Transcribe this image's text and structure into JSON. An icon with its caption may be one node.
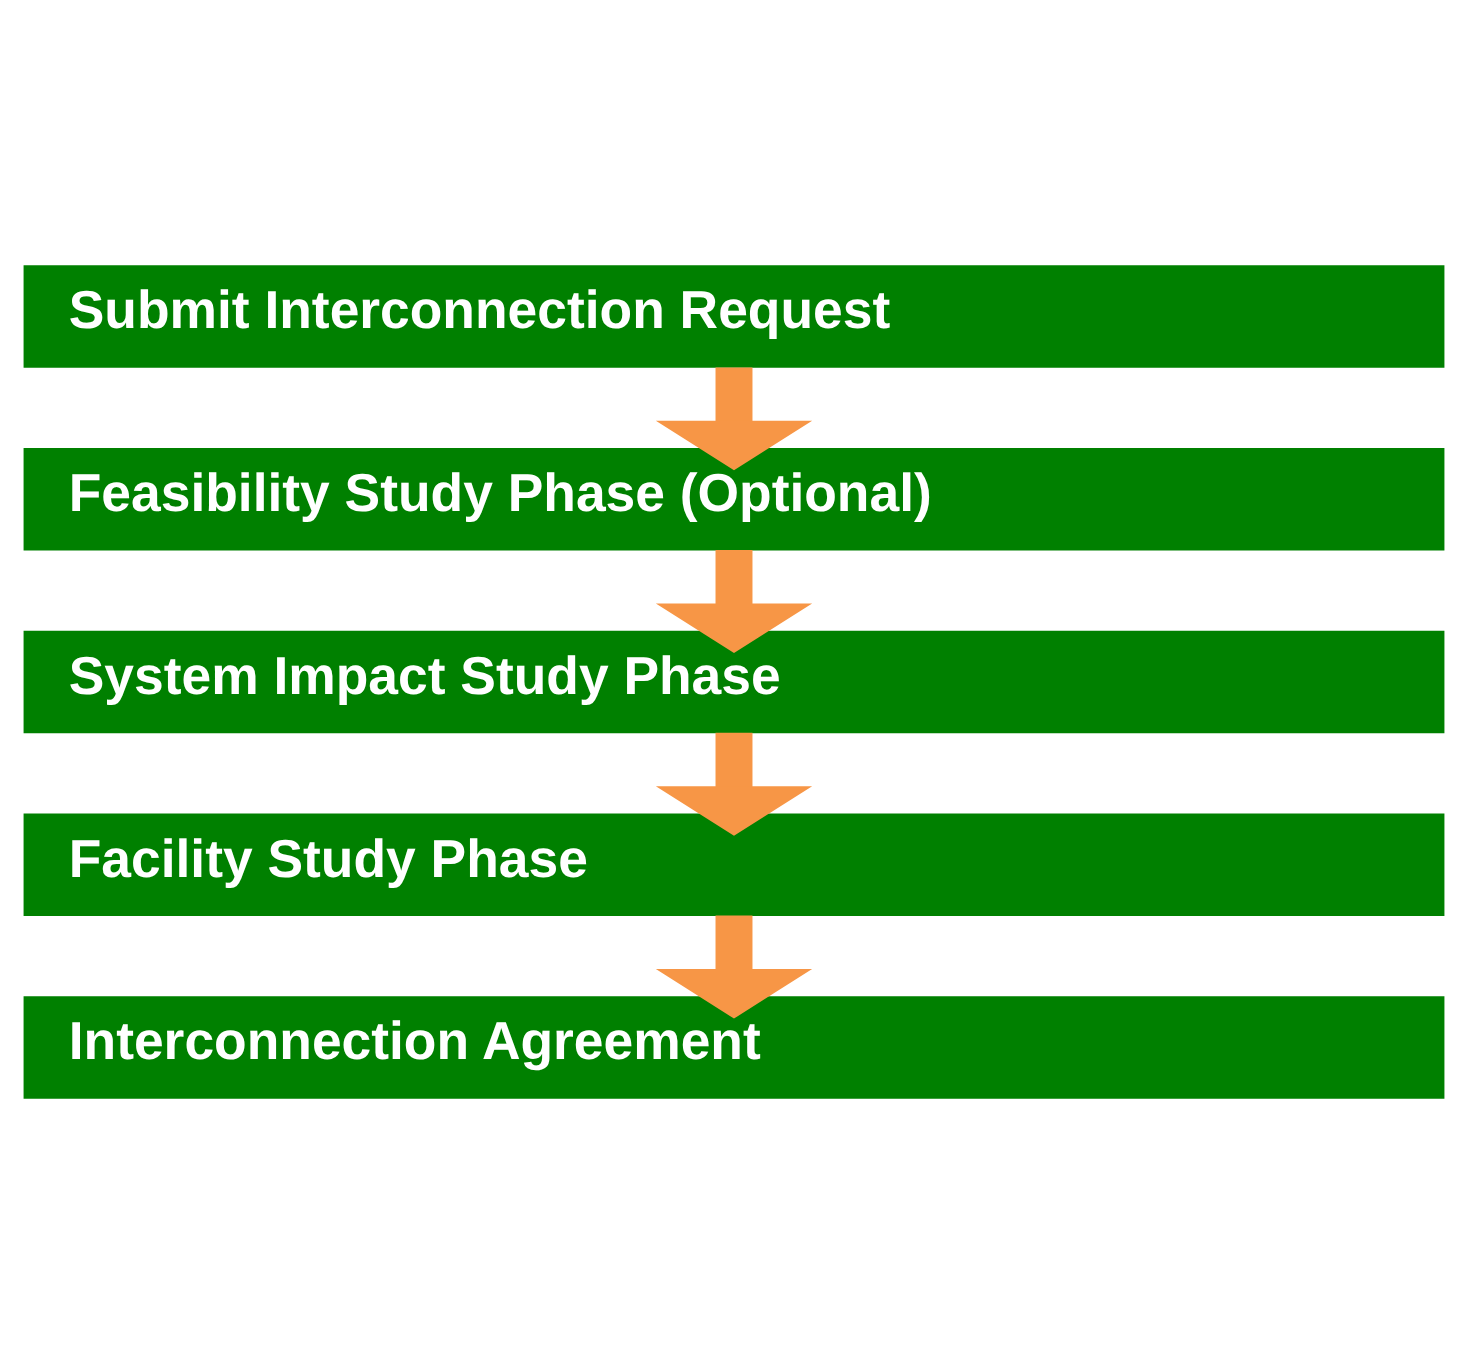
{
  "diagram": {
    "nodes": [
      {
        "text": [
          "Submit Interconnection Request"
        ]
      },
      {
        "text": [
          "Feasibility Study Phase (Optional)"
        ]
      },
      {
        "text": [
          "System Impact Study Phase"
        ]
      },
      {
        "text": [
          "Facility Study Phase"
        ]
      },
      {
        "text": [
          "Interconnection Agreement"
        ]
      }
    ],
    "edges": [
      {
        "from": 0,
        "to": 1,
        "arrow": "to"
      },
      {
        "from": 1,
        "to": 2,
        "arrow": "to"
      },
      {
        "from": 2,
        "to": 3,
        "arrow": "to"
      },
      {
        "from": 3,
        "to": 4,
        "arrow": "to"
      }
    ]
  }
}
